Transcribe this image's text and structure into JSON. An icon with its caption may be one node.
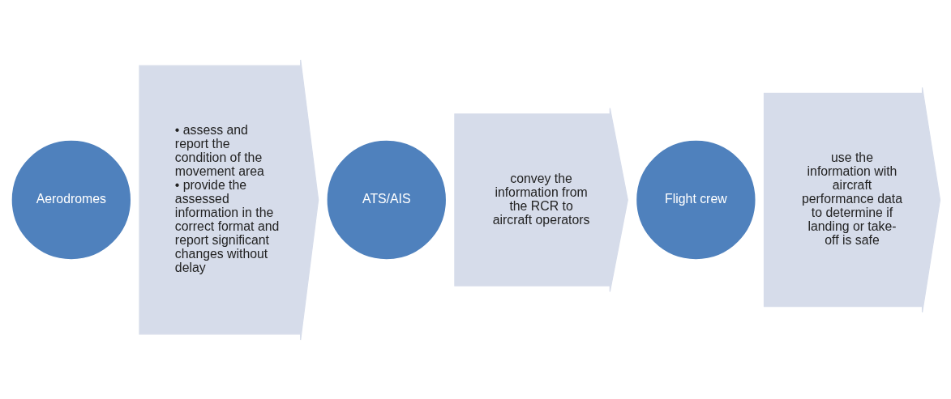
{
  "diagram": {
    "nodes": [
      {
        "text": [
          "Aerodromes"
        ]
      },
      {
        "text": [
          "• assess and report the condition of the movement area",
          "• provide the assessed information in the correct format and report significant changes without delay"
        ]
      },
      {
        "text": [
          "ATS/AIS"
        ]
      },
      {
        "text": [
          "convey the information from the RCR to aircraft operators"
        ]
      },
      {
        "text": [
          "Flight crew"
        ]
      },
      {
        "text": [
          "use the information with aircraft performance data to determine if landing or take-off is safe"
        ]
      }
    ]
  }
}
